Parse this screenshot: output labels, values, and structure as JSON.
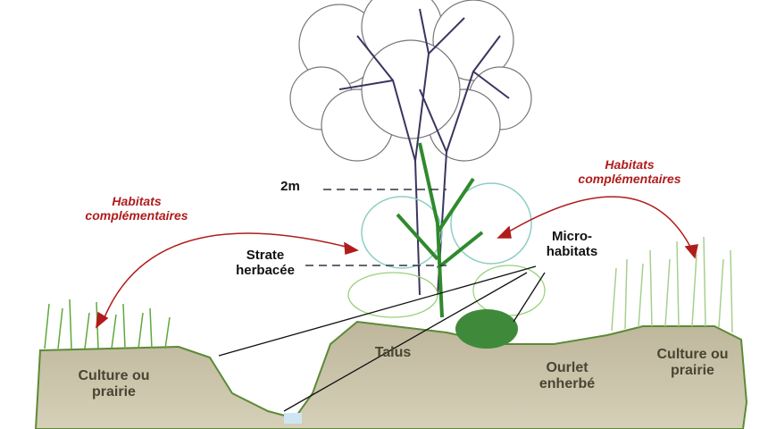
{
  "colors": {
    "soil": "#c9c2a8",
    "grass": "#5fa83a",
    "tree_trunk": "#2f8a2c",
    "canopy_outline": "#777777",
    "arrow": "#b01c1c",
    "branches": "#3a3560"
  },
  "labels": {
    "habitats_left": "Habitats complémentaires",
    "habitats_right": "Habitats complémentaires",
    "height_2m": "2m",
    "strate": "Strate herbacée",
    "micro": "Micro-habitats",
    "talus": "Talus",
    "culture_left": "Culture ou prairie",
    "culture_right": "Culture ou prairie",
    "ourlet": "Ourlet enherbé"
  }
}
